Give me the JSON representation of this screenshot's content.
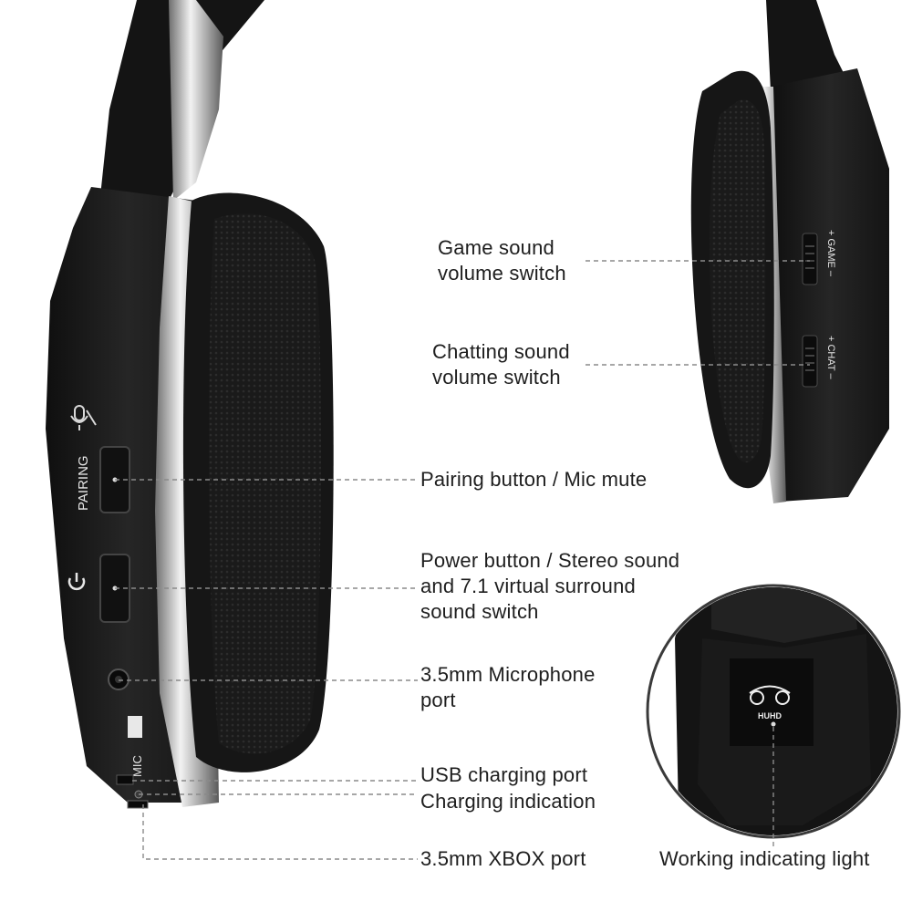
{
  "device": {
    "button_labels": {
      "pairing": "PAIRING",
      "mic_port": "MIC",
      "game": "+ GAME –",
      "chat": "+ CHAT –"
    },
    "logo_text": "HUHD",
    "colors": {
      "body": "#1b1b1b",
      "chrome": "#c9c9c9",
      "leader_line": "#8a8a8a",
      "text": "#1e1e1e"
    }
  },
  "callouts": {
    "game_volume": "Game sound\nvolume switch",
    "chat_volume": "Chatting sound\nvolume switch",
    "pairing": "Pairing button / Mic mute",
    "power": "Power button / Stereo sound\nand 7.1 virtual surround\nsound switch",
    "mic_port": "3.5mm Microphone\nport",
    "usb": "USB charging port",
    "charging": "Charging indication",
    "xbox": "3.5mm XBOX port",
    "working_light": "Working indicating light"
  }
}
